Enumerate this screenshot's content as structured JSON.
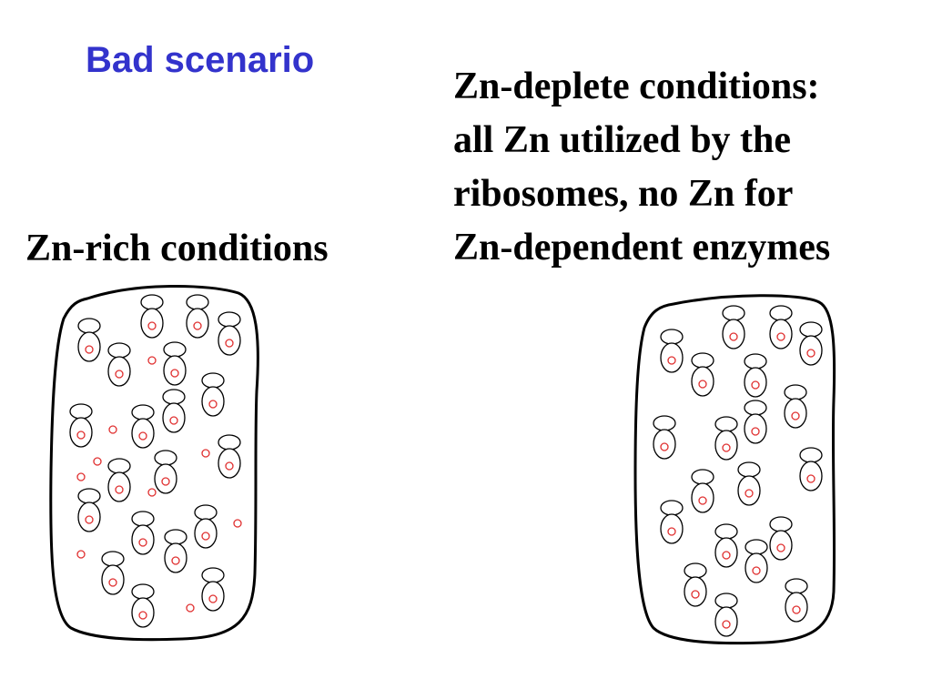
{
  "title": "Bad scenario",
  "left_label": "Zn-rich conditions",
  "right_lines": [
    "Zn-deplete conditions:",
    "all Zn utilized by the",
    "ribosomes, no Zn for",
    "Zn-dependent enzymes"
  ],
  "colors": {
    "title": "#3333cc",
    "zn_ion": "#e03030",
    "outline": "#000000"
  }
}
